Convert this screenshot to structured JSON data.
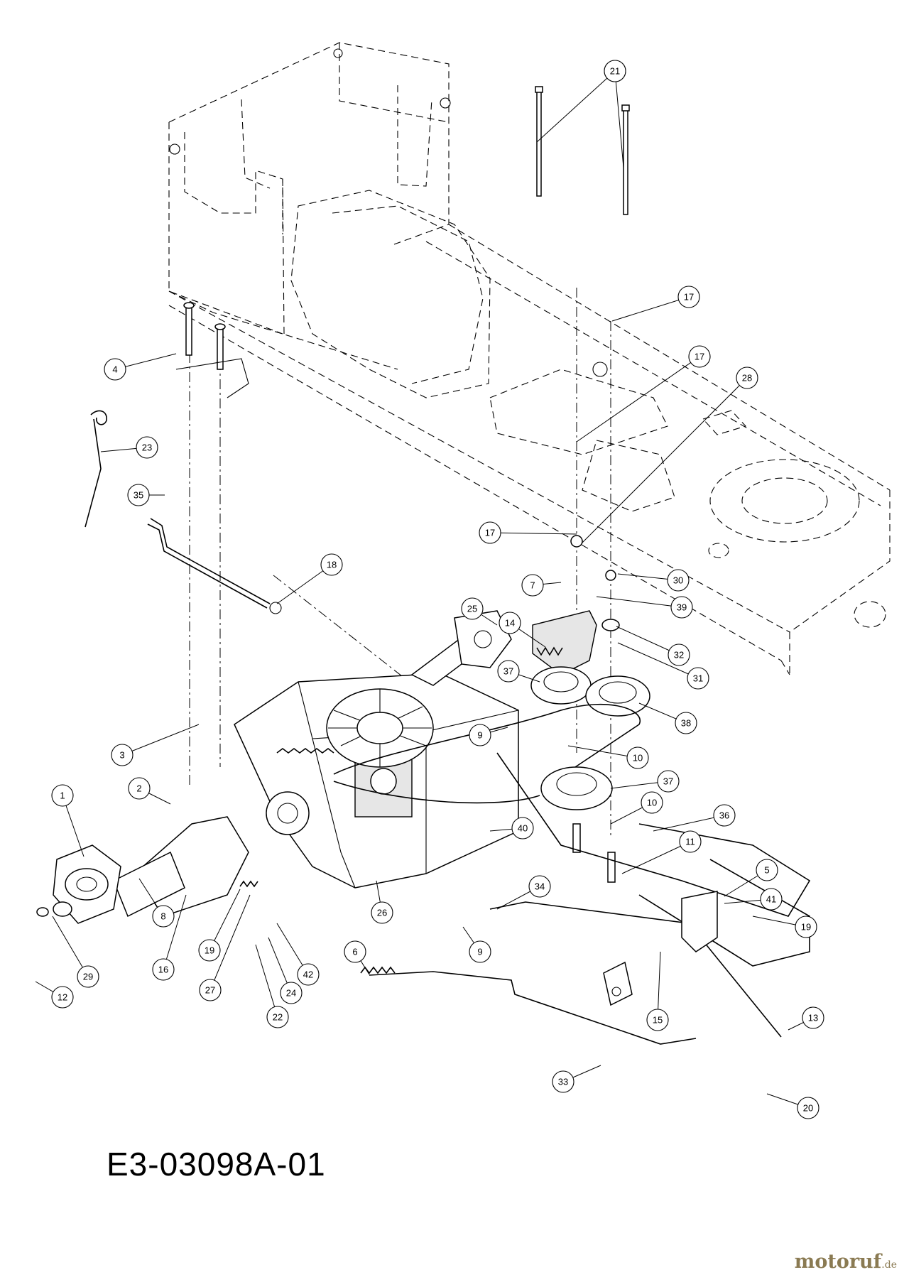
{
  "drawing_code": "E3-03098A-01",
  "watermark": {
    "name": "motoruf",
    "tld": ".de"
  },
  "callouts": [
    {
      "label": "1"
    },
    {
      "label": "2"
    },
    {
      "label": "3"
    },
    {
      "label": "4"
    },
    {
      "label": "5"
    },
    {
      "label": "6"
    },
    {
      "label": "7"
    },
    {
      "label": "8"
    },
    {
      "label": "9"
    },
    {
      "label": "9"
    },
    {
      "label": "10"
    },
    {
      "label": "10"
    },
    {
      "label": "11"
    },
    {
      "label": "12"
    },
    {
      "label": "13"
    },
    {
      "label": "14"
    },
    {
      "label": "15"
    },
    {
      "label": "16"
    },
    {
      "label": "17"
    },
    {
      "label": "17"
    },
    {
      "label": "17"
    },
    {
      "label": "18"
    },
    {
      "label": "19"
    },
    {
      "label": "19"
    },
    {
      "label": "20"
    },
    {
      "label": "21"
    },
    {
      "label": "21"
    },
    {
      "label": "22"
    },
    {
      "label": "23"
    },
    {
      "label": "24"
    },
    {
      "label": "25"
    },
    {
      "label": "26"
    },
    {
      "label": "27"
    },
    {
      "label": "28"
    },
    {
      "label": "29"
    },
    {
      "label": "30"
    },
    {
      "label": "31"
    },
    {
      "label": "32"
    },
    {
      "label": "33"
    },
    {
      "label": "34"
    },
    {
      "label": "35"
    },
    {
      "label": "36"
    },
    {
      "label": "37"
    },
    {
      "label": "37"
    },
    {
      "label": "38"
    },
    {
      "label": "39"
    },
    {
      "label": "40"
    },
    {
      "label": "41"
    },
    {
      "label": "42"
    }
  ]
}
